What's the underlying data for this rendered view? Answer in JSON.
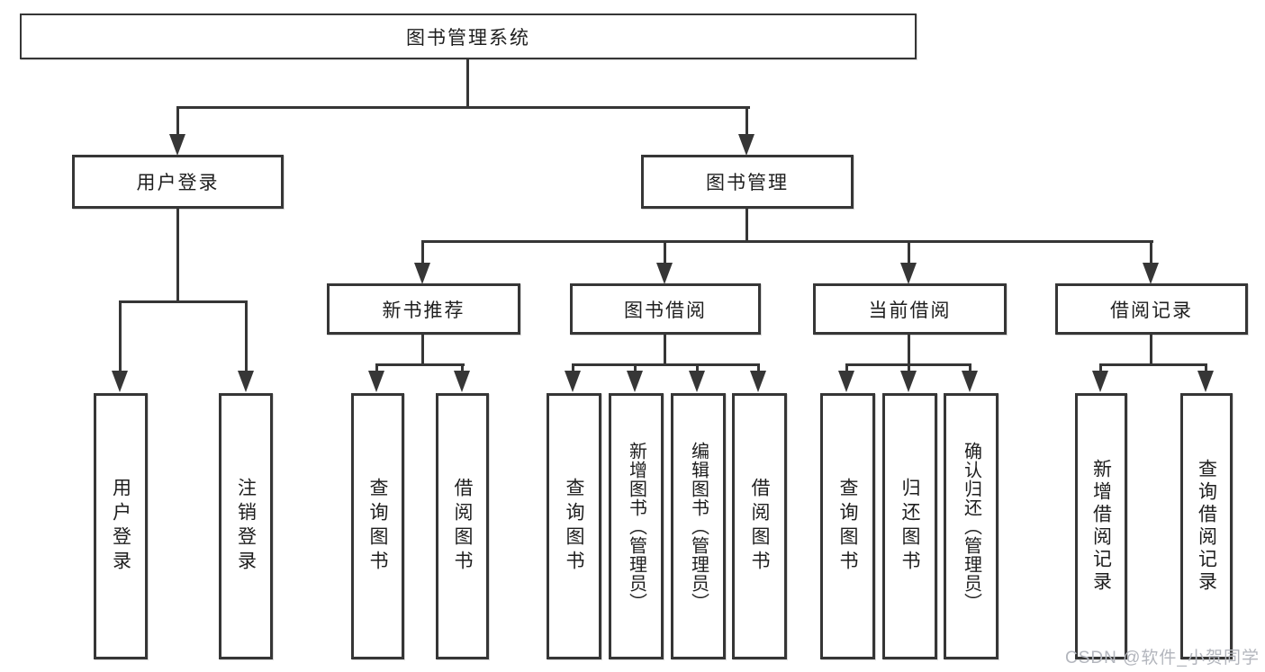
{
  "diagram": {
    "root": "图书管理系统",
    "level2": {
      "user_login": "用户登录",
      "book_management": "图书管理"
    },
    "level3": {
      "new_book_recommend": "新书推荐",
      "book_borrow": "图书借阅",
      "current_borrow": "当前借阅",
      "borrow_records": "借阅记录"
    },
    "leaves": {
      "user_login": "用户登录",
      "logout": "注销登录",
      "query_books_recommend": "查询图书",
      "borrow_books_recommend": "借阅图书",
      "query_books_borrow": "查询图书",
      "add_book_admin": "新增图书（管理员）",
      "edit_book_admin": "编辑图书（管理员）",
      "borrow_books_borrow": "借阅图书",
      "query_books_current": "查询图书",
      "return_book": "归还图书",
      "confirm_return_admin": "确认归还（管理员）",
      "add_borrow_record": "新增借阅记录",
      "query_borrow_record": "查询借阅记录"
    }
  },
  "watermark": "CSDN @软件_小贺同学",
  "colors": {
    "line": "#363636",
    "text": "#1e1e1e",
    "watermark": "#b3b6bd",
    "background": "#ffffff"
  }
}
